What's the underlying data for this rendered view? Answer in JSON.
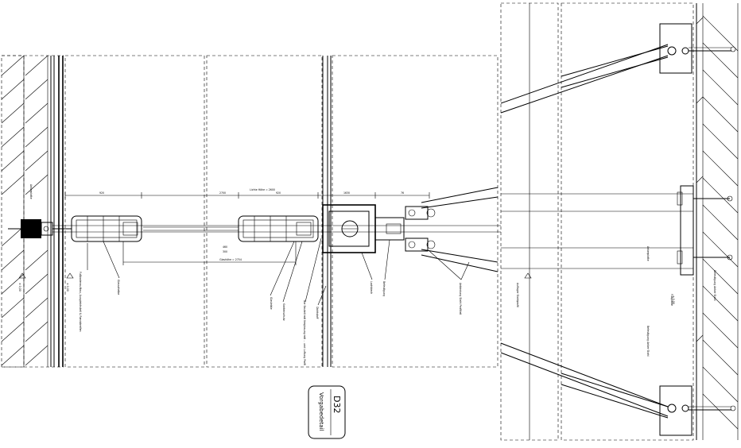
{
  "title_block": {
    "code": "D32",
    "name": "Vorgabedetail"
  },
  "dimensions": {
    "overall": "Lichte Höhe = 2600",
    "glass_a": "920",
    "glass_b": "2700",
    "glass_c": "920",
    "frame": "1630",
    "right": "76",
    "stack": "Glashöhe = 2754",
    "small_a": "460",
    "small_b": "300"
  },
  "labels": {
    "bottom_frame": "Fußbodenaufbau, Ausgleichsteil & Randstreifen",
    "spacer": "Glasscheibe",
    "hinge": "Glasleiste",
    "ventil": "Kantenschutz",
    "cable": "Bar Bauteil mit Verglasung mit ... und Luftung Profil",
    "sealant": "Dichtstoff",
    "profile": "Lochblech",
    "bracket": "Befestigung",
    "rod": "Anbindung Stahl Profilteil",
    "support": "Auflager Stahlprofil",
    "anchor": "Ankerplatte",
    "wall_detail": "Befestigung Anker Stahl",
    "upper_fix": "Befestigung Anker Stahl",
    "plate": "Fußplatte"
  },
  "levels": {
    "left_a": "± 0,00",
    "left_b": "± 0,00",
    "right_a": "± 0,00"
  }
}
